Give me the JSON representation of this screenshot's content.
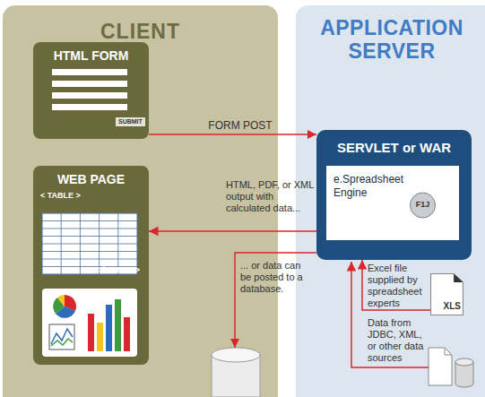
{
  "diagram": {
    "nodes": [
      {
        "text": [
          "CLIENT"
        ]
      },
      {
        "text": [
          "HTML FORM",
          "SUBMIT"
        ],
        "in": 0
      },
      {
        "text": [
          "WEB PAGE",
          "< TABLE >",
          "< / TABLE >"
        ],
        "in": 0
      },
      {
        "text": [
          "APPLICATION SERVER"
        ]
      },
      {
        "text": [
          "SERVLET or WAR"
        ],
        "in": 3
      },
      {
        "text": [
          "e.Spreadsheet Engine"
        ],
        "in": 4
      },
      {
        "text": [
          "F1J"
        ],
        "in": 5
      },
      {
        "text": [
          "XLS"
        ],
        "in": 3
      }
    ],
    "edges": [
      {
        "from": 1,
        "to": 4,
        "arrow": "to",
        "label": "FORM POST"
      },
      {
        "from": 4,
        "to": 2,
        "arrow": "to",
        "label": "HTML, PDF, or XML output with calculated data..."
      },
      {
        "from": 7,
        "to": 4,
        "arrow": "to",
        "label": "Excel file supplied by spreadsheet experts"
      }
    ],
    "labels": [
      "... or data can be posted to a database.",
      "Data from JDBC, XML, or other data sources"
    ]
  }
}
